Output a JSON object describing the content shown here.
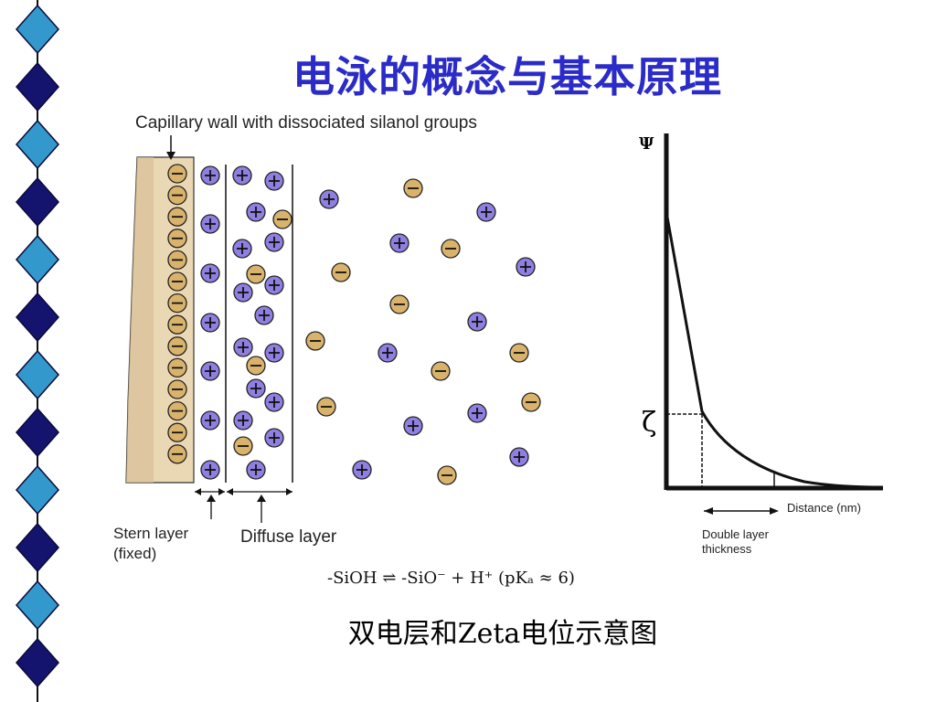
{
  "title": "电泳的概念与基本原理",
  "diagram": {
    "wall_label": "Capillary wall with dissociated silanol groups",
    "stern_label_line1": "Stern layer",
    "stern_label_line2": "(fixed)",
    "diffuse_label": "Diffuse layer",
    "psi_label": "Ψ",
    "zeta_label": "ζ",
    "distance_label": "Distance (nm)",
    "thickness_label_line1": "Double layer",
    "thickness_label_line2": "thickness",
    "equation": "-SiOH ⇌ -SiO⁻ + H⁺ (pKₐ ≈ 6)",
    "positive_symbol": "⊕",
    "negative_symbol": "⊖"
  },
  "caption": "双电层和Zeta电位示意图",
  "colors": {
    "title": "#2b2bc8",
    "diamond_light": "#3399cc",
    "diamond_dark": "#14146e",
    "wall": "#ead7b4",
    "negative_ion": "#d9b36b",
    "positive_ion": "#8f7fe0"
  }
}
